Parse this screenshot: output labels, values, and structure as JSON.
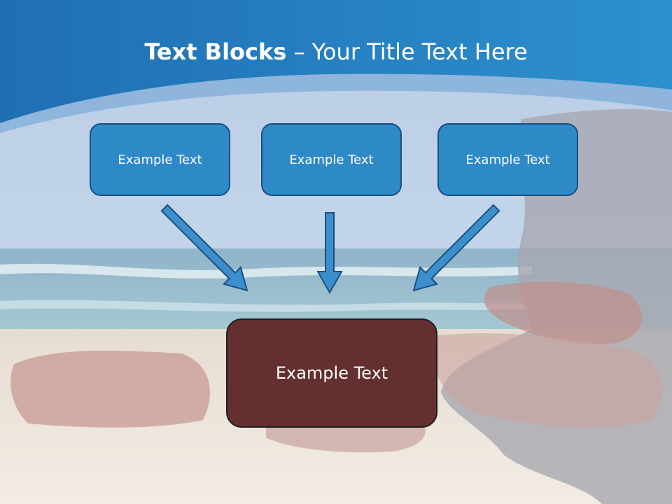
{
  "title": {
    "bold": "Text Blocks",
    "separator": " – ",
    "rest": "Your Title Text Here"
  },
  "blocks": {
    "top": [
      "Example Text",
      "Example Text",
      "Example Text"
    ],
    "bottom": "Example Text"
  },
  "colors": {
    "header_blue": "#2a7fc0",
    "block_fill": "#2e89c7",
    "block_border": "#1b4f80",
    "arrow_fill": "#3a8fcc",
    "result_fill": "#632f2f"
  },
  "icons": [
    "arrow-down-right-icon",
    "arrow-down-icon",
    "arrow-down-left-icon"
  ]
}
